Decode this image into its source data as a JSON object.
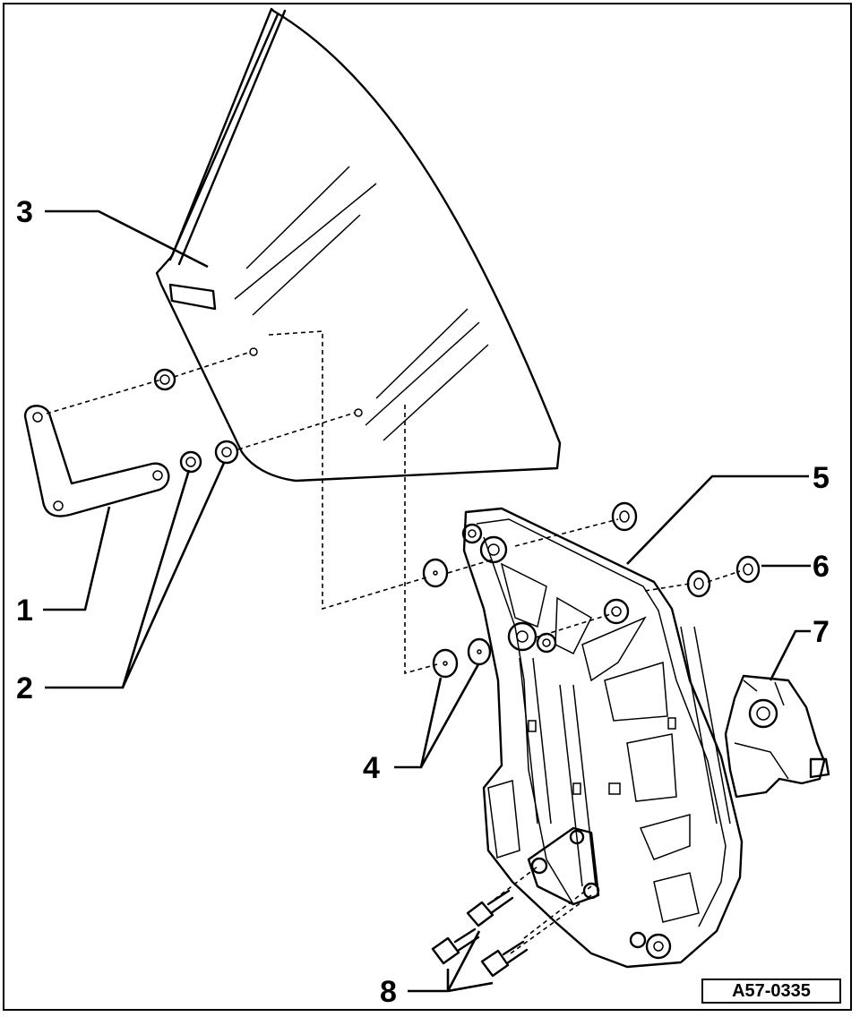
{
  "diagram": {
    "reference_code": "A57-0335",
    "callouts": [
      {
        "id": "1",
        "label": "1"
      },
      {
        "id": "2",
        "label": "2"
      },
      {
        "id": "3",
        "label": "3"
      },
      {
        "id": "4",
        "label": "4"
      },
      {
        "id": "5",
        "label": "5"
      },
      {
        "id": "6",
        "label": "6"
      },
      {
        "id": "7",
        "label": "7"
      },
      {
        "id": "8",
        "label": "8"
      }
    ]
  }
}
